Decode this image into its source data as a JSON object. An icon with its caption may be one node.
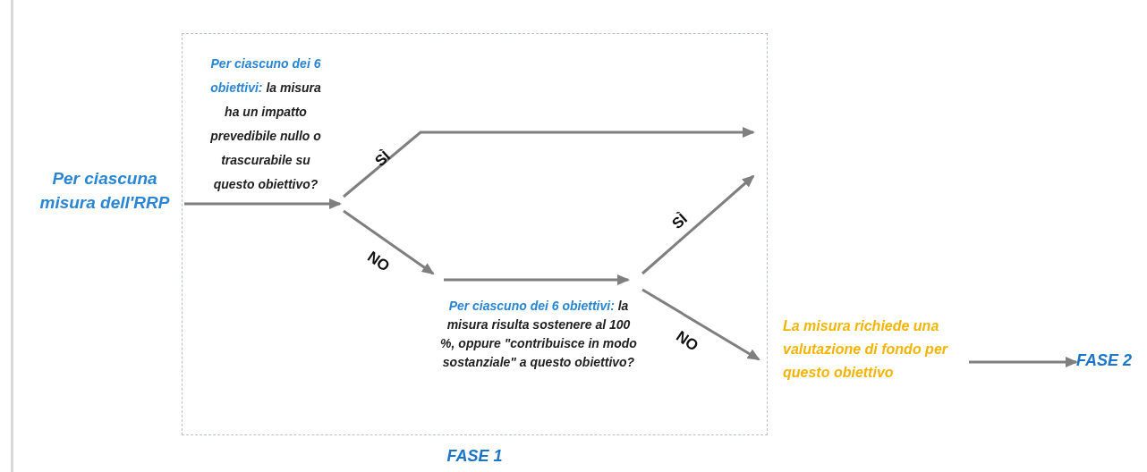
{
  "diagram": {
    "nodes": [
      {
        "text": [
          "FASE 1"
        ]
      },
      {
        "text": [
          "Per ciascuna misura dell'RRP"
        ]
      },
      {
        "text": [
          "Per ciascuno dei 6 obiettivi:",
          "la misura ha un impatto prevedibile nullo o trascurabile su questo obiettivo?"
        ],
        "in": 0
      },
      {
        "text": [
          "Per ciascuno dei 6 obiettivi:",
          "la misura risulta sostenere al 100 %, oppure \"contribuisce in modo sostanziale\" a questo obiettivo?"
        ],
        "in": 0
      },
      {
        "text": [
          "La misura richiede una valutazione di fondo per questo obiettivo"
        ]
      },
      {
        "text": [
          "FASE 2"
        ]
      }
    ],
    "edges": [
      {
        "from": 1,
        "to": 2,
        "arrow": "to"
      },
      {
        "from": 2,
        "to": null,
        "arrow": "to",
        "label": "SÌ"
      },
      {
        "from": 2,
        "to": 3,
        "arrow": "to",
        "label": "NO"
      },
      {
        "from": null,
        "to": 3,
        "arrow": "to"
      },
      {
        "from": 3,
        "to": null,
        "arrow": "to",
        "label": "SÌ"
      },
      {
        "from": 3,
        "to": 4,
        "arrow": "to",
        "label": "NO"
      },
      {
        "from": 4,
        "to": 5,
        "arrow": "to"
      }
    ]
  }
}
